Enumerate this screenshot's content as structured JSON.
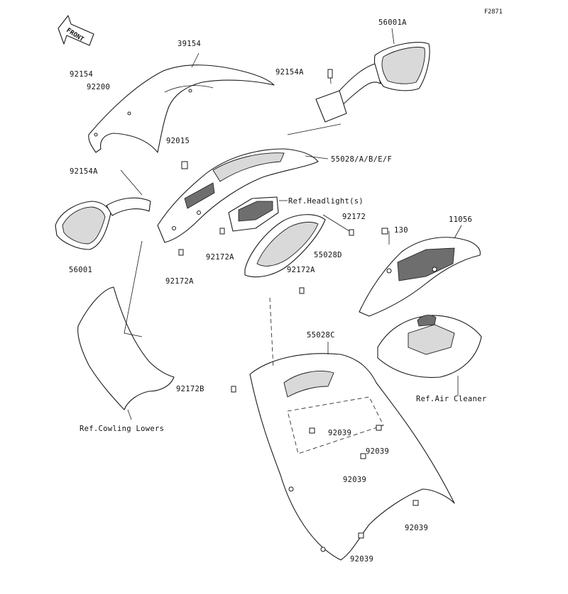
{
  "figure_code": "F2871",
  "front_label": "FRONT",
  "labels": {
    "l_39154": "39154",
    "l_56001A": "56001A",
    "l_92154": "92154",
    "l_92200": "92200",
    "l_92154A_top": "92154A",
    "l_92015": "92015",
    "l_55028": "55028/A/B/E/F",
    "l_92154A_left": "92154A",
    "l_ref_headlight": "Ref.Headlight(s)",
    "l_92172": "92172",
    "l_11056": "11056",
    "l_130": "130",
    "l_55028D": "55028D",
    "l_92172A_mid": "92172A",
    "l_92172A_right": "92172A",
    "l_92172A_left": "92172A",
    "l_56001": "56001",
    "l_55028C": "55028C",
    "l_92172B": "92172B",
    "l_ref_air_cleaner": "Ref.Air Cleaner",
    "l_ref_cowling_lowers": "Ref.Cowling Lowers",
    "l_92039_a": "92039",
    "l_92039_b": "92039",
    "l_92039_c": "92039",
    "l_92039_d": "92039",
    "l_92039_e": "92039"
  }
}
